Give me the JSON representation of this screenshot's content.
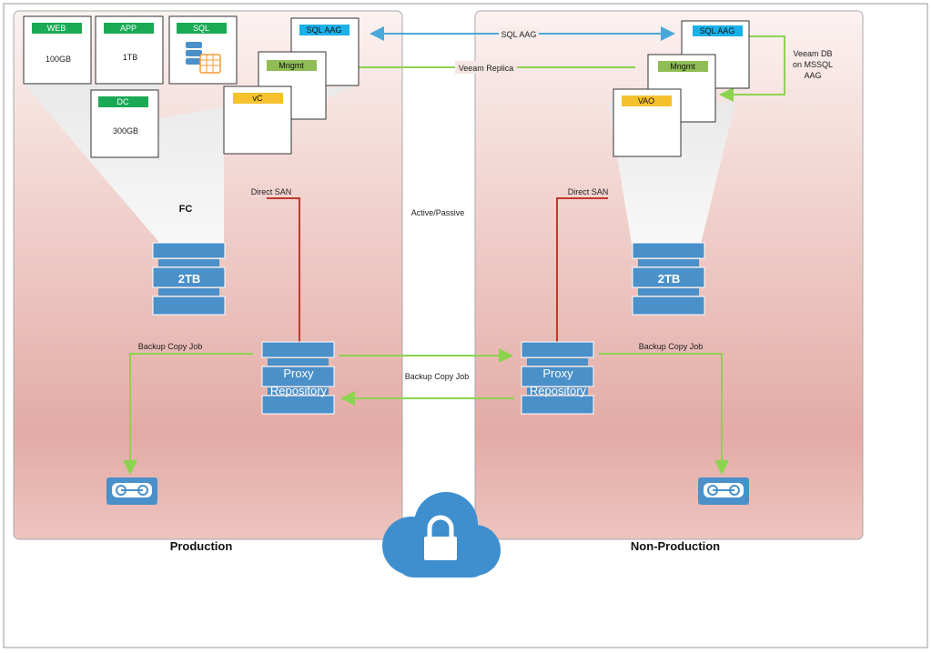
{
  "sites": {
    "production": {
      "label": "Production"
    },
    "non_production": {
      "label": "Non-Production"
    }
  },
  "vms": {
    "web": {
      "tag": "WEB",
      "size": "100GB",
      "tag_color": "#1aaa55"
    },
    "app": {
      "tag": "APP",
      "size": "1TB",
      "tag_color": "#1aaa55"
    },
    "sql": {
      "tag": "SQL",
      "tag_color": "#1aaa55"
    },
    "dc": {
      "tag": "DC",
      "size": "300GB",
      "tag_color": "#1aaa55"
    },
    "sql_aag_prod": {
      "tag": "SQL AAG",
      "tag_color": "#1ab0e8"
    },
    "mngmt_prod": {
      "tag": "Mngmt",
      "tag_color": "#8fbc55"
    },
    "vc": {
      "tag": "vC",
      "tag_color": "#f5c12e"
    },
    "sql_aag_nonprod": {
      "tag": "SQL AAG",
      "tag_color": "#1ab0e8"
    },
    "mngmt_nonprod": {
      "tag": "Mngmt",
      "tag_color": "#8fbc55"
    },
    "vao": {
      "tag": "VAO",
      "tag_color": "#f5c12e"
    }
  },
  "storage": {
    "prod": {
      "label": "2TB",
      "fabric": "FC"
    },
    "nonprod": {
      "label": "2TB"
    }
  },
  "proxy": {
    "prod": {
      "line1": "Proxy",
      "line2": "Repository"
    },
    "nonprod": {
      "line1": "Proxy",
      "line2": "Repository"
    }
  },
  "links": {
    "sql_aag": "SQL AAG",
    "veeam_replica": "Veeam Replica",
    "veeam_db": [
      "Veeam DB",
      "on MSSQL",
      "AAG"
    ],
    "direct_san_prod": "Direct SAN",
    "direct_san_nonprod": "Direct SAN",
    "active_passive": "Active/Passive",
    "backup_copy_prod": "Backup Copy Job",
    "backup_copy_middle": "Backup Copy Job",
    "backup_copy_nonprod": "Backup Copy Job"
  },
  "colors": {
    "green_link": "#8cd34f",
    "blue_link": "#4aa8d8",
    "red_link": "#c0392b",
    "storage_blue": "#4a90c9",
    "cloud_blue": "#3f8fcf"
  },
  "icons": {
    "tape": "tape-icon",
    "cloud_lock": "cloud-lock-icon",
    "db_table": "database-table-icon"
  }
}
